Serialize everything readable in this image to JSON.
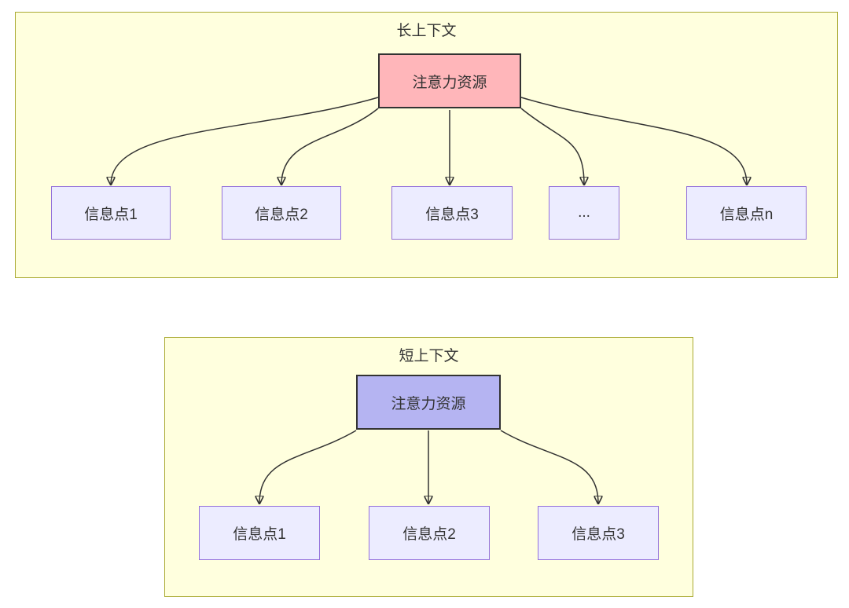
{
  "colors": {
    "page_background": "#ffffff",
    "cluster_fill": "#ffffde",
    "cluster_border": "#aaaa33",
    "info_node_fill": "#ececff",
    "info_node_border": "#9370db",
    "attention_node_long_fill": "#ffb6ba",
    "attention_node_short_fill": "#b5b4f2",
    "node_border_dark": "#333333",
    "edge_color": "#333333",
    "text_color": "#333333"
  },
  "diagrams": [
    {
      "id": "long-context",
      "title": "长上下文",
      "root": {
        "label": "注意力资源",
        "variant": "pink"
      },
      "children": [
        {
          "label": "信息点1"
        },
        {
          "label": "信息点2"
        },
        {
          "label": "信息点3"
        },
        {
          "label": "..."
        },
        {
          "label": "信息点n"
        }
      ]
    },
    {
      "id": "short-context",
      "title": "短上下文",
      "root": {
        "label": "注意力资源",
        "variant": "blue"
      },
      "children": [
        {
          "label": "信息点1"
        },
        {
          "label": "信息点2"
        },
        {
          "label": "信息点3"
        }
      ]
    }
  ]
}
